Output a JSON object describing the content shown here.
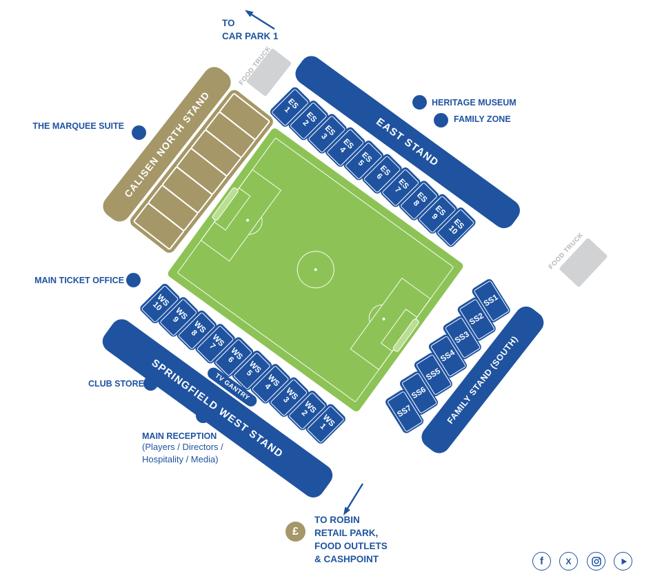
{
  "colors": {
    "blue": "#1f53a0",
    "tan": "#a59767",
    "pitch_green": "#8dc356",
    "goal_green": "#bade92",
    "truck_gray": "#d0d2d3",
    "truck_text_gray": "#b3b6b8"
  },
  "directions": {
    "car_park": "TO\nCAR PARK 1",
    "retail_park": "TO ROBIN\nRETAIL PARK,\nFOOD OUTLETS\n& CASHPOINT"
  },
  "pois": {
    "marquee": "THE MARQUEE SUITE",
    "ticket_office": "MAIN TICKET OFFICE",
    "club_store": "CLUB STORE",
    "reception_title": "MAIN RECEPTION",
    "reception_sub": "(Players / Directors /\nHospitality / Media)",
    "heritage_museum": "HERITAGE MUSEUM",
    "family_zone": "FAMILY ZONE"
  },
  "stands": {
    "north": {
      "name": "CALISEN NORTH STAND"
    },
    "east": {
      "name": "EAST STAND",
      "prefix": "ES",
      "sections": [
        "1",
        "2",
        "3",
        "4",
        "5",
        "6",
        "7",
        "8",
        "9",
        "10"
      ]
    },
    "west": {
      "name": "SPRINGFIELD WEST STAND",
      "tv_gantry": "TV GANTRY",
      "prefix": "WS",
      "sections": [
        "10",
        "9",
        "8",
        "7",
        "6",
        "5",
        "4",
        "3",
        "2",
        "1"
      ]
    },
    "south": {
      "name": "FAMILY STAND (SOUTH)",
      "prefix": "SS",
      "sections": [
        "1",
        "2",
        "3",
        "4",
        "5",
        "6",
        "7"
      ]
    }
  },
  "food_truck_label": "FOOD TRUCK",
  "currency_badge": "£",
  "social": {
    "facebook": "f",
    "x": "X",
    "instagram": "instagram",
    "play": "play"
  }
}
